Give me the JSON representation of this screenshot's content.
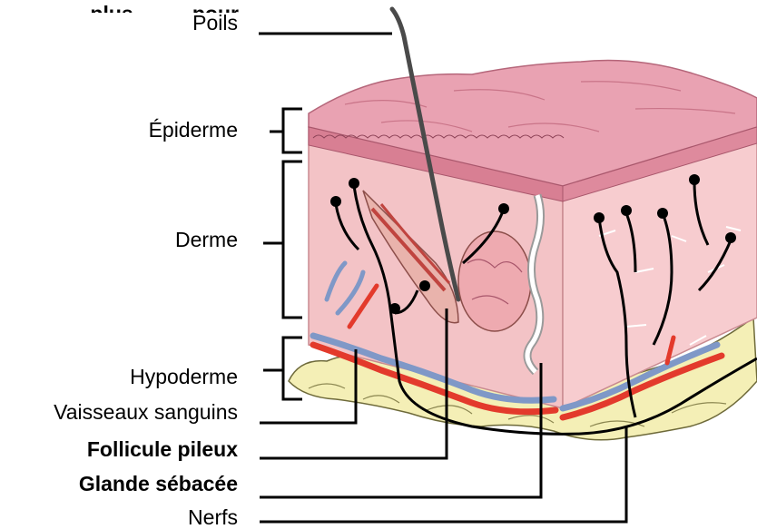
{
  "labels": {
    "top_cut": "… plus … … pour … …",
    "poils": "Poils",
    "epiderme": "Épiderme",
    "derme": "Derme",
    "hypoderme": "Hypoderme",
    "vaisseaux": "Vaisseaux sanguins",
    "follicule": "Follicule pileux",
    "glande": "Glande sébacée",
    "nerfs": "Nerfs"
  },
  "colors": {
    "epidermis": "#e9a2b2",
    "epidermis_dark": "#c96c80",
    "dermis": "#f3c3c6",
    "fat": "#f4efb6",
    "artery": "#e33a2c",
    "vein": "#7f98c7",
    "nerve": "#000000",
    "hair": "#4a4a4a"
  }
}
